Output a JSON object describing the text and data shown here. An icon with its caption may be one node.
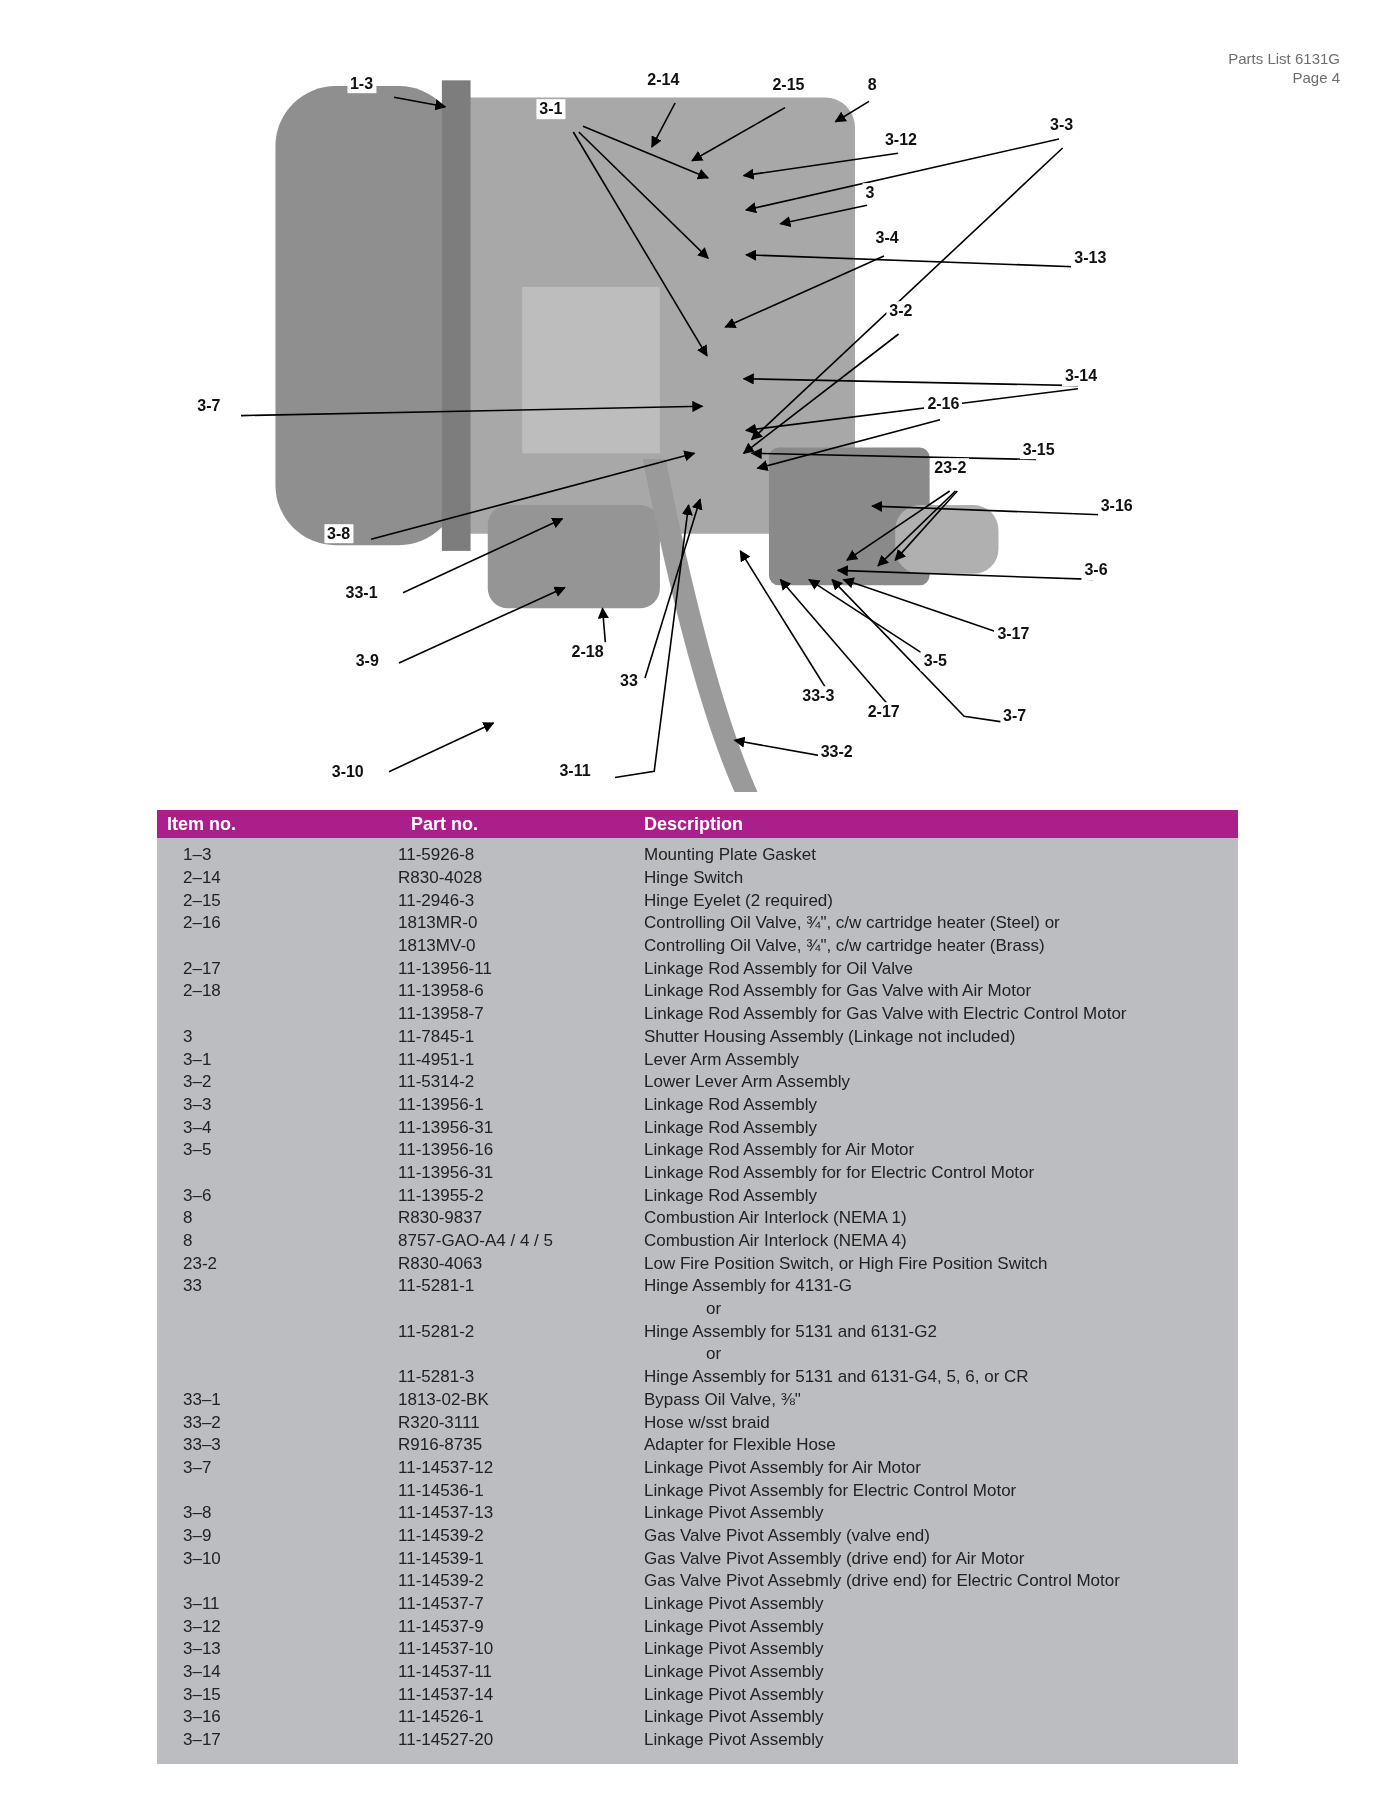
{
  "diagram": {
    "nodes": [
      {
        "text": [
          "1-3"
        ]
      },
      {
        "text": [
          "2-14"
        ]
      },
      {
        "text": [
          "2-15"
        ]
      },
      {
        "text": [
          "8"
        ]
      },
      {
        "text": [
          "3-1"
        ]
      },
      {
        "text": [
          "3-12"
        ]
      },
      {
        "text": [
          "3-3"
        ]
      },
      {
        "text": [
          "3"
        ]
      },
      {
        "text": [
          "3-4"
        ]
      },
      {
        "text": [
          "3-13"
        ]
      },
      {
        "text": [
          "3-2"
        ]
      },
      {
        "text": [
          "3-14"
        ]
      },
      {
        "text": [
          "3-7"
        ]
      },
      {
        "text": [
          "2-16"
        ]
      },
      {
        "text": [
          "3-15"
        ]
      },
      {
        "text": [
          "23-2"
        ]
      },
      {
        "text": [
          "3-16"
        ]
      },
      {
        "text": [
          "3-8"
        ]
      },
      {
        "text": [
          "33-1"
        ]
      },
      {
        "text": [
          "3-6"
        ]
      },
      {
        "text": [
          "3-9"
        ]
      },
      {
        "text": [
          "2-18"
        ]
      },
      {
        "text": [
          "33"
        ]
      },
      {
        "text": [
          "3-17"
        ]
      },
      {
        "text": [
          "3-5"
        ]
      },
      {
        "text": [
          "33-3"
        ]
      },
      {
        "text": [
          "2-17"
        ]
      },
      {
        "text": [
          "3-7"
        ]
      },
      {
        "text": [
          "33-2"
        ]
      },
      {
        "text": [
          "3-10"
        ]
      },
      {
        "text": [
          "3-11"
        ]
      }
    ],
    "edges": [
      {
        "from": 0,
        "to": null,
        "arrow": "to"
      },
      {
        "from": 1,
        "to": null,
        "arrow": "to"
      },
      {
        "from": 2,
        "to": null,
        "arrow": "to"
      },
      {
        "from": 3,
        "to": null,
        "arrow": "to"
      },
      {
        "from": 4,
        "to": null,
        "arrow": "to"
      },
      {
        "from": 4,
        "to": null,
        "arrow": "to"
      },
      {
        "from": 4,
        "to": null,
        "arrow": "to"
      },
      {
        "from": 5,
        "to": null,
        "arrow": "to"
      },
      {
        "from": 6,
        "to": null,
        "arrow": "to"
      },
      {
        "from": 6,
        "to": null,
        "arrow": "to"
      },
      {
        "from": 7,
        "to": null,
        "arrow": "to"
      },
      {
        "from": 8,
        "to": null,
        "arrow": "to"
      },
      {
        "from": 9,
        "to": null,
        "arrow": "to"
      },
      {
        "from": 10,
        "to": null,
        "arrow": "to"
      },
      {
        "from": 11,
        "to": null,
        "arrow": "to"
      },
      {
        "from": 11,
        "to": null,
        "arrow": "to"
      },
      {
        "from": 12,
        "to": null,
        "arrow": "to"
      },
      {
        "from": 13,
        "to": null,
        "arrow": "to"
      },
      {
        "from": 14,
        "to": null,
        "arrow": "to"
      },
      {
        "from": 15,
        "to": null,
        "arrow": "to"
      },
      {
        "from": 15,
        "to": null,
        "arrow": "to"
      },
      {
        "from": 15,
        "to": null,
        "arrow": "to"
      },
      {
        "from": 16,
        "to": null,
        "arrow": "to"
      },
      {
        "from": 17,
        "to": null,
        "arrow": "to"
      },
      {
        "from": 18,
        "to": null,
        "arrow": "to"
      },
      {
        "from": 19,
        "to": null,
        "arrow": "to"
      },
      {
        "from": 20,
        "to": null,
        "arrow": "to"
      },
      {
        "from": 21,
        "to": null,
        "arrow": "to"
      },
      {
        "from": 22,
        "to": null,
        "arrow": "to"
      },
      {
        "from": 23,
        "to": null,
        "arrow": "to"
      },
      {
        "from": 24,
        "to": null,
        "arrow": "to"
      },
      {
        "from": 25,
        "to": null,
        "arrow": "to"
      },
      {
        "from": 26,
        "to": null,
        "arrow": "to"
      },
      {
        "from": 27,
        "to": null,
        "arrow": "to"
      },
      {
        "from": 28,
        "to": null,
        "arrow": "to"
      },
      {
        "from": 29,
        "to": null,
        "arrow": "to"
      },
      {
        "from": 30,
        "to": null,
        "arrow": "to"
      }
    ],
    "labels": [
      "Parts List 6131G",
      "Page 4",
      "Item no.",
      "Part no.",
      "Description",
      "1–3",
      "11-5926-8",
      "Mounting Plate Gasket",
      "2–14",
      "R830-4028",
      "Hinge Switch",
      "2–15",
      "11-2946-3",
      "Hinge Eyelet (2 required)",
      "2–16",
      "1813MR-0",
      "Controlling Oil Valve, ¾\", c/w cartridge heater (Steel) or",
      "1813MV-0",
      "Controlling Oil Valve, ¾\", c/w cartridge heater (Brass)",
      "2–17",
      "11-13956-11",
      "Linkage Rod Assembly for Oil Valve",
      "2–18",
      "11-13958-6",
      "Linkage Rod Assembly for Gas Valve with Air Motor",
      "11-13958-7",
      "Linkage Rod Assembly for Gas Valve with Electric Control Motor",
      "3",
      "11-7845-1",
      "Shutter Housing Assembly (Linkage not included)",
      "3–1",
      "11-4951-1",
      "Lever Arm Assembly",
      "3–2",
      "11-5314-2",
      "Lower Lever Arm Assembly",
      "3–3",
      "11-13956-1",
      "Linkage Rod Assembly",
      "3–4",
      "11-13956-31",
      "Linkage Rod Assembly",
      "3–5",
      "11-13956-16",
      "Linkage Rod Assembly for Air Motor",
      "11-13956-31",
      "Linkage Rod Assembly for for Electric Control Motor",
      "3–6",
      "11-13955-2",
      "Linkage Rod Assembly",
      "8",
      "R830-9837",
      "Combustion Air Interlock (NEMA 1)",
      "8",
      "8757-GAO-A4 / 4 / 5",
      "Combustion Air Interlock (NEMA 4)",
      "23-2",
      "R830-4063",
      "Low Fire Position Switch, or High Fire Position Switch",
      "33",
      "11-5281-1",
      "Hinge Assembly for 4131-G",
      "or",
      "11-5281-2",
      "Hinge Assembly for 5131 and 6131-G2",
      "or",
      "11-5281-3",
      "Hinge Assembly for 5131 and 6131-G4, 5, 6, or CR",
      "33–1",
      "1813-02-BK",
      "Bypass Oil Valve, ⅜\"",
      "33–2",
      "R320-3111",
      "Hose w/sst braid",
      "33–3",
      "R916-8735",
      "Adapter for Flexible Hose",
      "3–7",
      "11-14537-12",
      "Linkage Pivot Assembly for Air Motor",
      "11-14536-1",
      "Linkage Pivot Assembly for Electric Control Motor",
      "3–8",
      "11-14537-13",
      "Linkage Pivot Assembly",
      "3–9",
      "11-14539-2",
      "Gas Valve Pivot Assembly (valve end)",
      "3–10",
      "11-14539-1",
      "Gas Valve Pivot Assembly (drive end) for Air Motor",
      "11-14539-2",
      "Gas Valve Pivot Assebmly (drive end) for Electric Control Motor",
      "3–11",
      "11-14537-7",
      "Linkage Pivot Assembly",
      "3–12",
      "11-14537-9",
      "Linkage Pivot Assembly",
      "3–13",
      "11-14537-10",
      "Linkage Pivot Assembly",
      "3–14",
      "11-14537-11",
      "Linkage Pivot Assembly",
      "3–15",
      "11-14537-14",
      "Linkage Pivot Assembly",
      "3–16",
      "11-14526-1",
      "Linkage Pivot Assembly",
      "3–17",
      "11-14527-20",
      "Linkage Pivot Assembly"
    ]
  }
}
